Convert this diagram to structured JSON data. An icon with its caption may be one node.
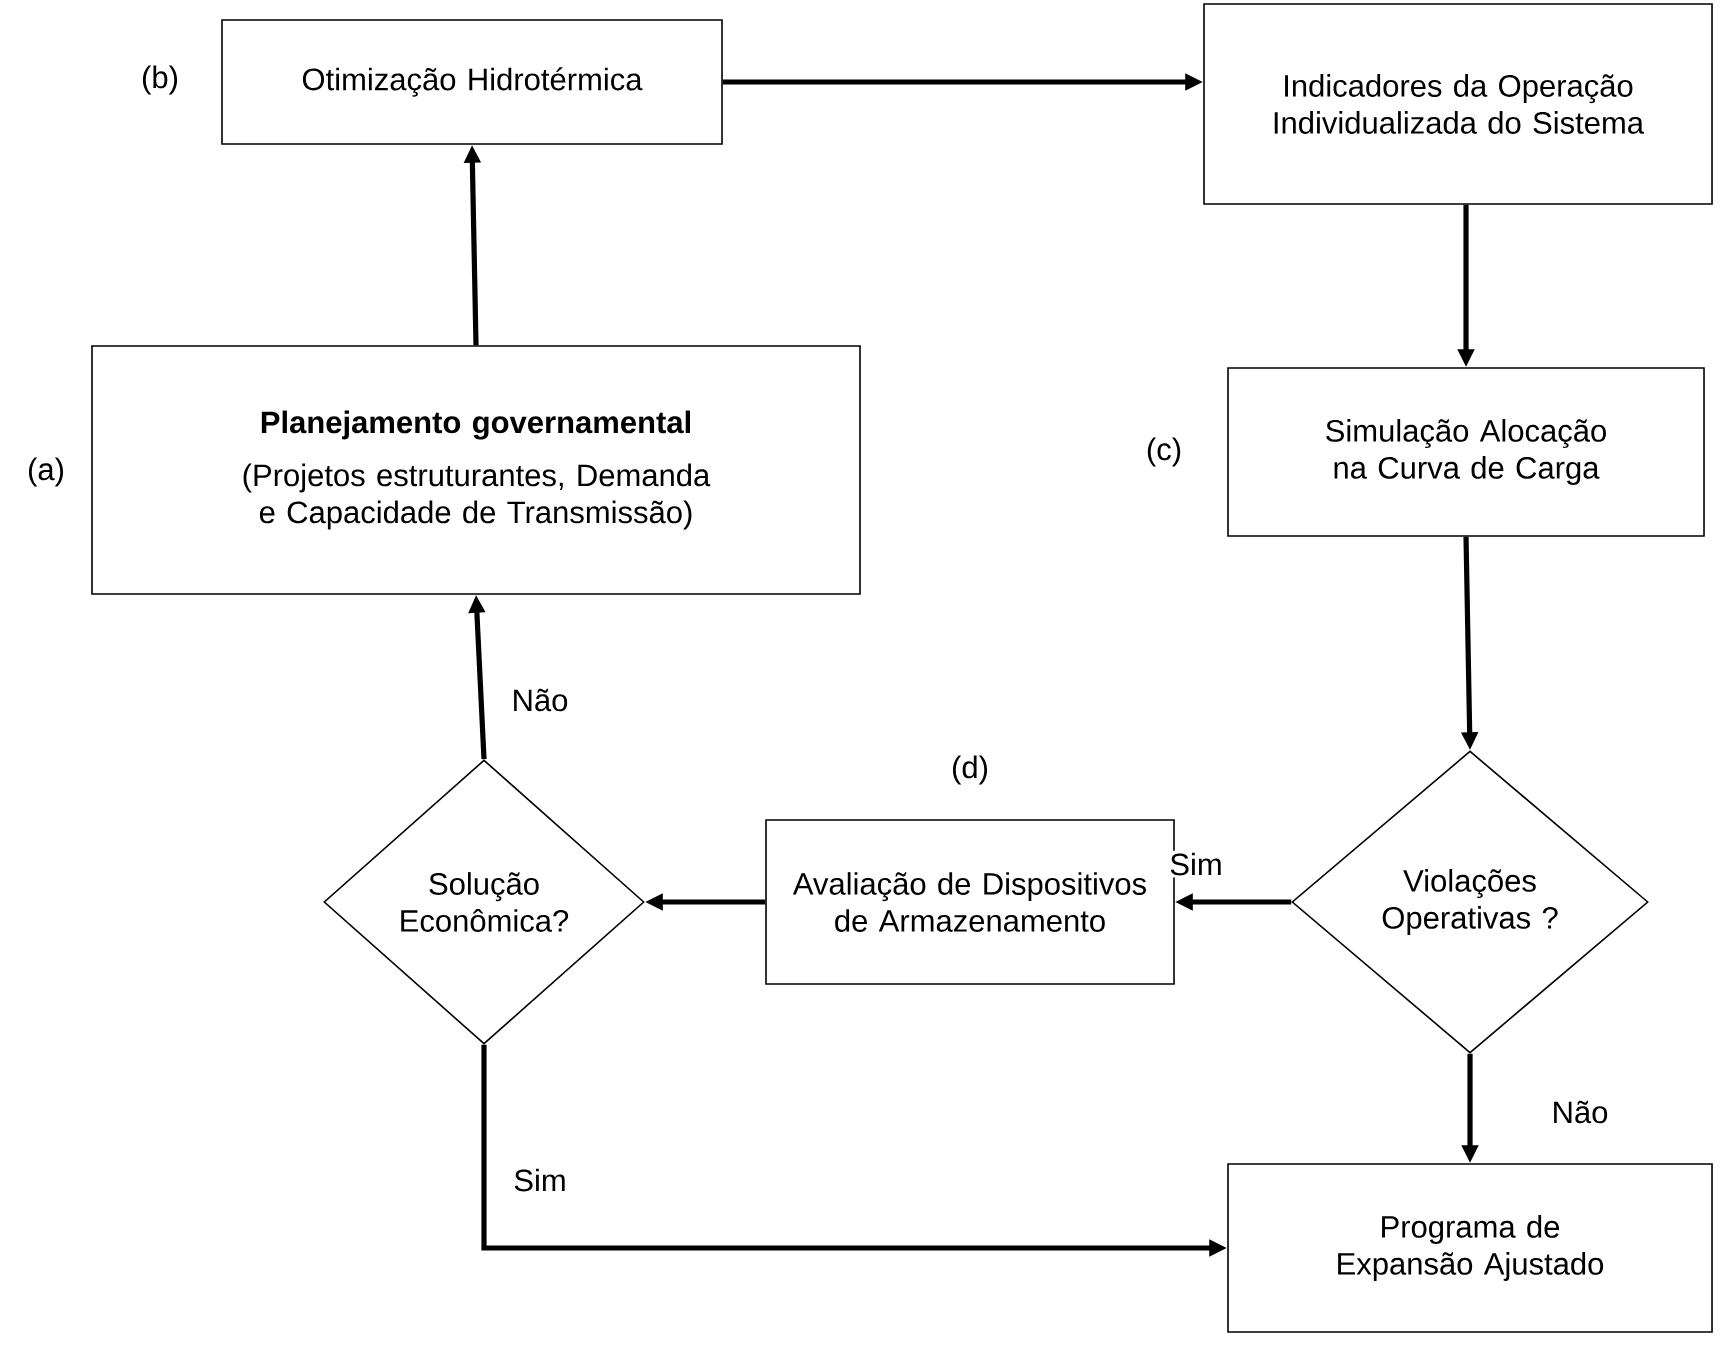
{
  "diagram": {
    "nodes": [
      {
        "text": [
          "Otimização Hidrotérmica"
        ],
        "beside": [
          "(b)"
        ]
      },
      {
        "text": [
          "Indicadores da Operação Individualizada do Sistema"
        ]
      },
      {
        "text": [
          "Planejamento governamental",
          "(Projetos estruturantes, Demanda e Capacidade de Transmissão)"
        ],
        "beside": [
          "(a)"
        ]
      },
      {
        "text": [
          "Simulação Alocação na Curva de Carga"
        ],
        "beside": [
          "(c)"
        ]
      },
      {
        "text": [
          "Violações Operativas ?"
        ]
      },
      {
        "text": [
          "Avaliação de Dispositivos de Armazenamento"
        ],
        "beside": [
          "(d)"
        ]
      },
      {
        "text": [
          "Solução Econômica?"
        ]
      },
      {
        "text": [
          "Programa de Expansão Ajustado"
        ]
      }
    ],
    "edges": [
      {
        "from": 0,
        "to": 1,
        "arrow": "to"
      },
      {
        "from": 1,
        "to": 3,
        "arrow": "to"
      },
      {
        "from": 3,
        "to": 4,
        "arrow": "to"
      },
      {
        "from": 4,
        "to": 5,
        "arrow": "to",
        "label": "Sim"
      },
      {
        "from": 5,
        "to": 6,
        "arrow": "to"
      },
      {
        "from": 6,
        "to": 2,
        "arrow": "to",
        "label": "Não"
      },
      {
        "from": 2,
        "to": 0,
        "arrow": "to"
      },
      {
        "from": 4,
        "to": 7,
        "arrow": "to",
        "label": "Não"
      },
      {
        "from": 6,
        "to": 7,
        "arrow": "to",
        "label": "Sim"
      }
    ]
  }
}
